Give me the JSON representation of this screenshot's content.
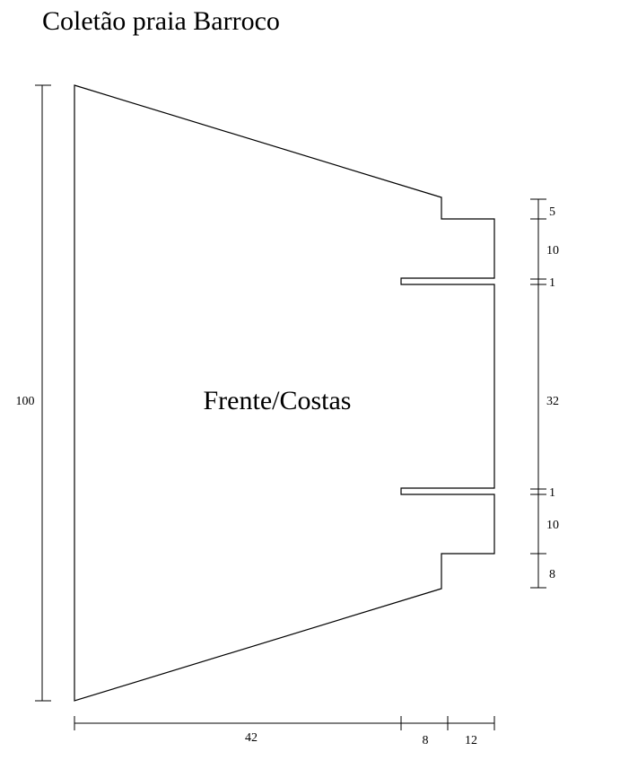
{
  "title": "Coletão praia Barroco",
  "piece_label": "Frente/Costas",
  "dimensions": {
    "height_total": "100",
    "width_body": "42",
    "width_step": "8",
    "width_sleeve": "12",
    "right_top": "5",
    "right_upper": "10",
    "right_slit_top": "1",
    "right_middle": "32",
    "right_slit_bottom": "1",
    "right_lower": "10",
    "right_bottom": "8"
  }
}
